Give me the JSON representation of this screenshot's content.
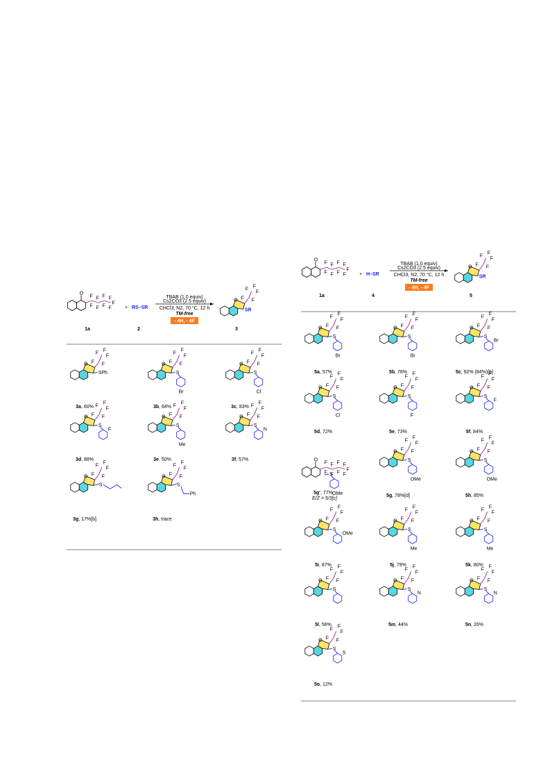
{
  "colors": {
    "fluoro": "#9b1fa0",
    "reagent": "#1a1aff",
    "furan_fill": "#ffe566",
    "ring_fill": "#5ad6e0",
    "tag_fill": "#ff7a1a",
    "rule": "#555555"
  },
  "scheme_left": {
    "conditions": [
      "TBAB (1.0 equiv)",
      "Cs2CO3 (2.5 equiv)",
      "CHCl3, N2, 70 °C, 12 h",
      "TM-free"
    ],
    "tag": "- 4H, - 4F",
    "reagent": "RS–SR",
    "plus": "+",
    "product_sub": "SR",
    "labels": {
      "sm": "1a",
      "reagent": "2",
      "product": "3"
    },
    "entries": [
      {
        "id": "3a",
        "text": ", 60%",
        "sub": "SPh"
      },
      {
        "id": "3b",
        "text": ", 64%",
        "sub": "Br"
      },
      {
        "id": "3c",
        "text": ", 83%",
        "sub": "Cl"
      },
      {
        "id": "3d",
        "text": ", 88%",
        "sub": "F"
      },
      {
        "id": "3e",
        "text": ", 50%",
        "sub": "Me"
      },
      {
        "id": "3f",
        "text": ", 57%",
        "sub": "N"
      },
      {
        "id": "3g",
        "text": ", 17%[b]",
        "sub": ""
      },
      {
        "id": "3h",
        "text": ", trace",
        "sub": "Ph"
      }
    ]
  },
  "scheme_right": {
    "conditions": [
      "TBAB (1.0 equiv)",
      "Cs2CO3 (2.5 equiv)",
      "CHCl3, N2, 70 °C, 12 h",
      "TM-free"
    ],
    "tag": "- 4H, - 4F",
    "reagent": "H–SR",
    "plus": "+",
    "product_sub": "SR",
    "labels": {
      "sm": "1a",
      "reagent": "4",
      "product": "5"
    },
    "entries": [
      {
        "id": "5a",
        "text": ", 57%",
        "sub": "Br"
      },
      {
        "id": "5b",
        "text": ", 78%",
        "sub": "Br"
      },
      {
        "id": "5c",
        "text": ", 92% (84%)[b]",
        "sub": "Br"
      },
      {
        "id": "5d",
        "text": ", 72%",
        "sub": "Cl"
      },
      {
        "id": "5e",
        "text": ", 73%",
        "sub": "F"
      },
      {
        "id": "5f",
        "text": ", 84%",
        "sub": "F"
      },
      {
        "id": "5g'",
        "text": ", 77%",
        "sub": "OMe",
        "extra": "E/Z = 5/3[c]"
      },
      {
        "id": "5g",
        "text": ", 78%[d]",
        "sub": "OMe"
      },
      {
        "id": "5h",
        "text": ", 85%",
        "sub": "OMe"
      },
      {
        "id": "5i",
        "text": ", 87%",
        "sub": "OMe"
      },
      {
        "id": "5j",
        "text": ", 79%",
        "sub": "Me"
      },
      {
        "id": "5k",
        "text": ", 80%",
        "sub": "Me"
      },
      {
        "id": "5l",
        "text": ", 56%",
        "sub": ""
      },
      {
        "id": "5m",
        "text": ", 44%",
        "sub": "N"
      },
      {
        "id": "5n",
        "text": ", 26%",
        "sub": "N"
      },
      {
        "id": "5o",
        "text": ", 12%",
        "sub": "S"
      }
    ]
  }
}
